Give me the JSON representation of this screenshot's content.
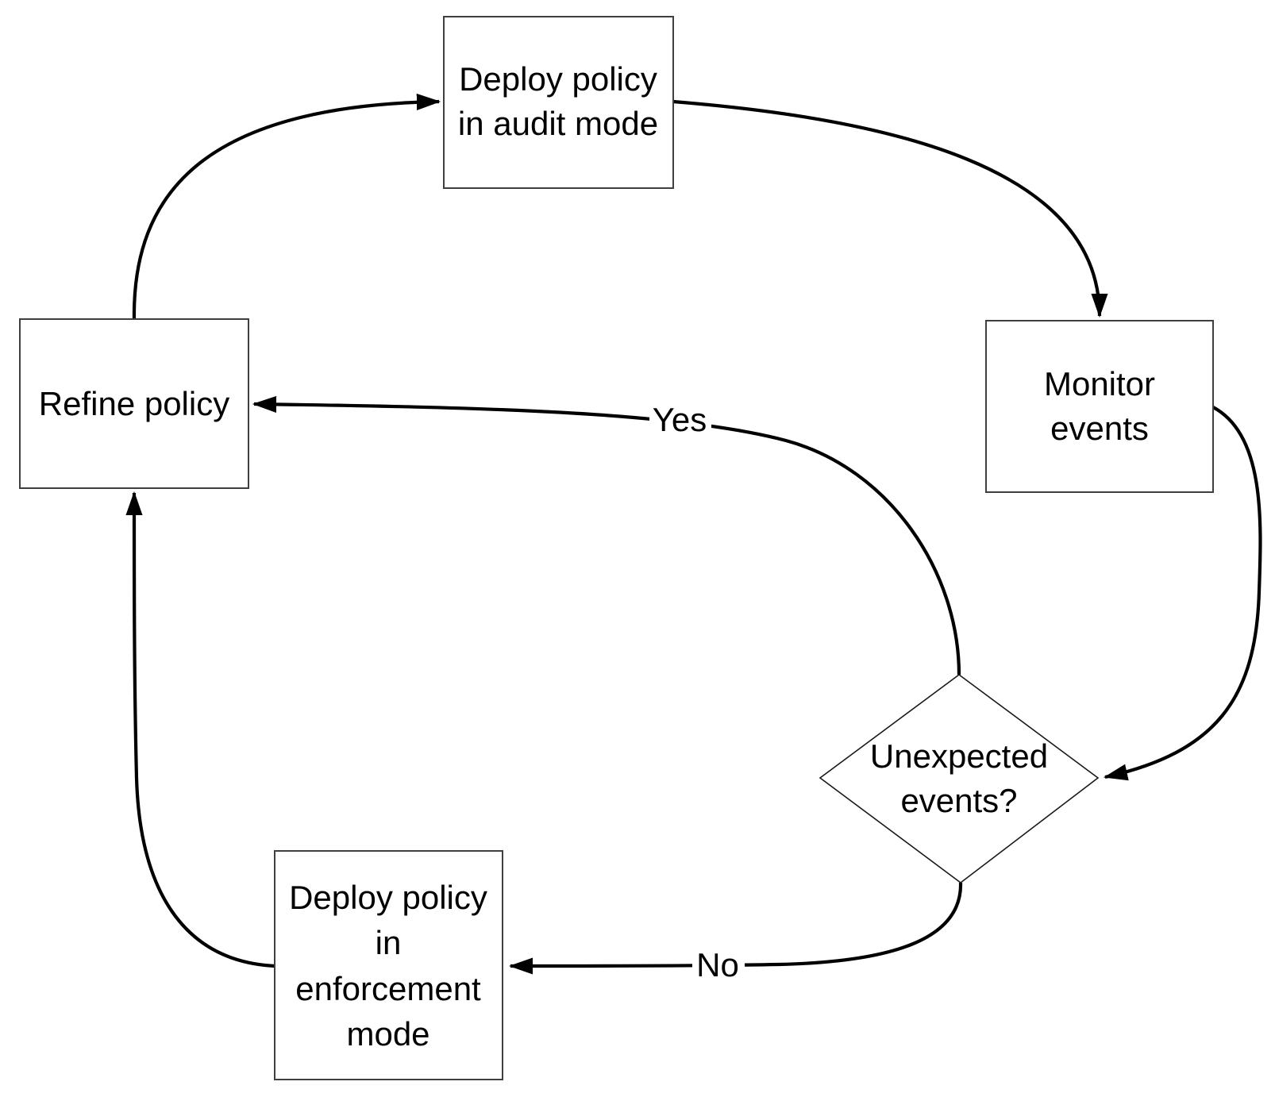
{
  "diagram": {
    "colors": {
      "line": "#000000",
      "box_border": "#3f3f3f",
      "background": "#ffffff",
      "text": "#000000"
    },
    "nodes": {
      "deploy_audit": {
        "lines": [
          "Deploy policy",
          "in audit mode"
        ]
      },
      "monitor": {
        "lines": [
          "Monitor",
          "events"
        ]
      },
      "decision": {
        "lines": [
          "Unexpected",
          "events?"
        ]
      },
      "refine": {
        "lines": [
          "Refine policy"
        ]
      },
      "deploy_enforce": {
        "lines": [
          "Deploy policy",
          "in",
          "enforcement",
          "mode"
        ]
      }
    },
    "edge_labels": {
      "yes": "Yes",
      "no": "No"
    }
  }
}
